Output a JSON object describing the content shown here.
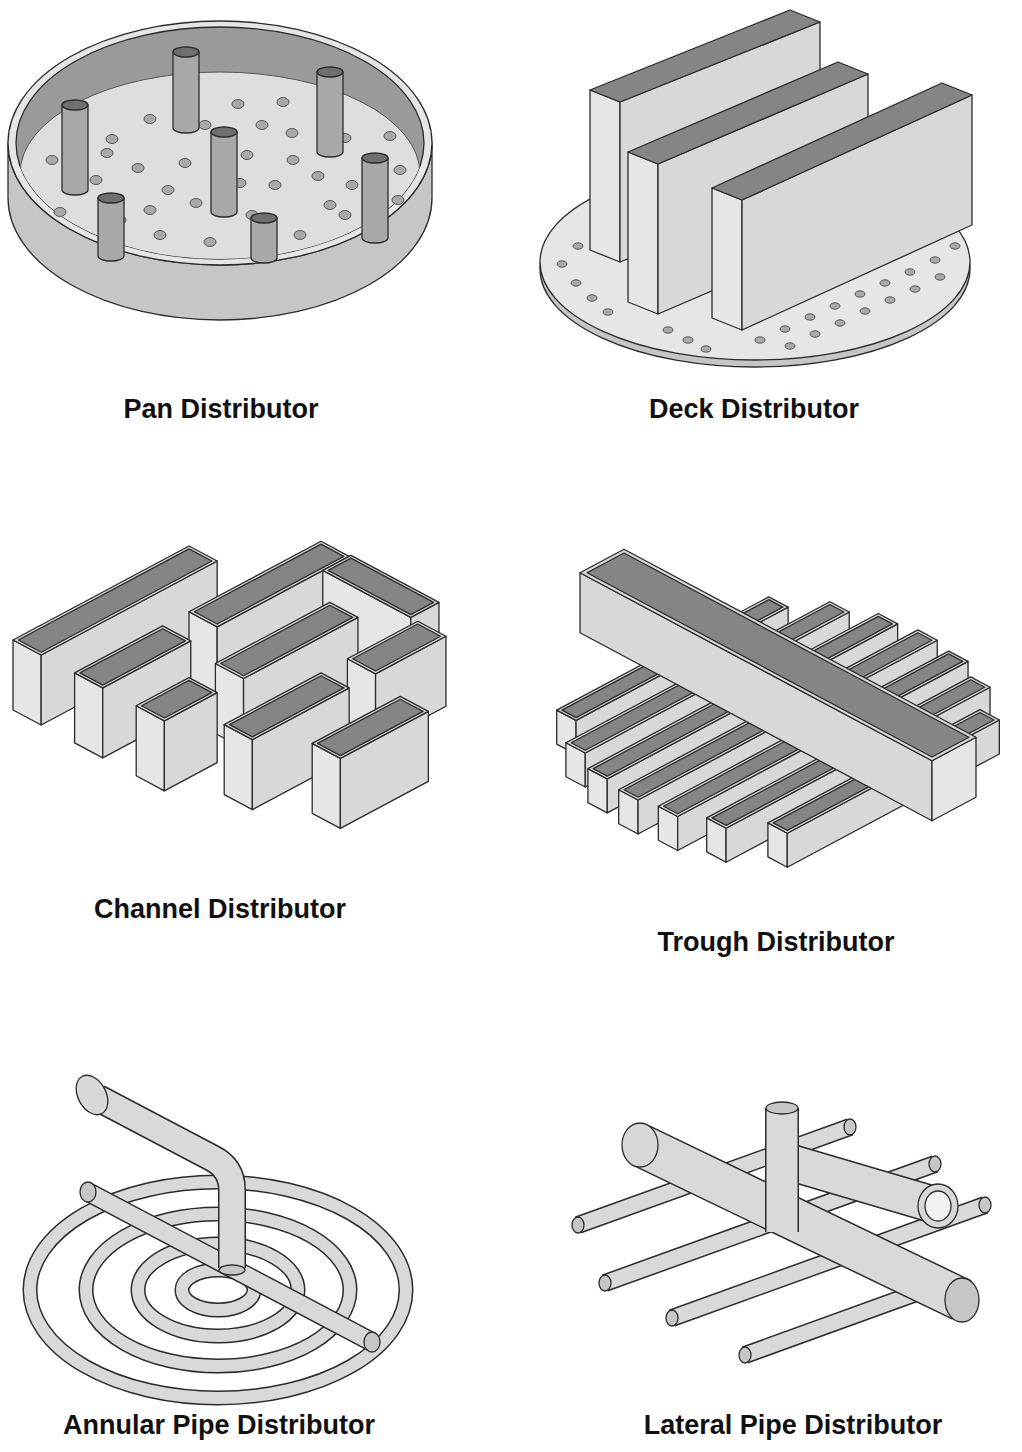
{
  "diagram": {
    "labels": [
      "Pan Distributor",
      "Deck Distributor",
      "Channel Distributor",
      "Trough Distributor",
      "Annular Pipe Distributor",
      "Lateral Pipe Distributor"
    ]
  }
}
